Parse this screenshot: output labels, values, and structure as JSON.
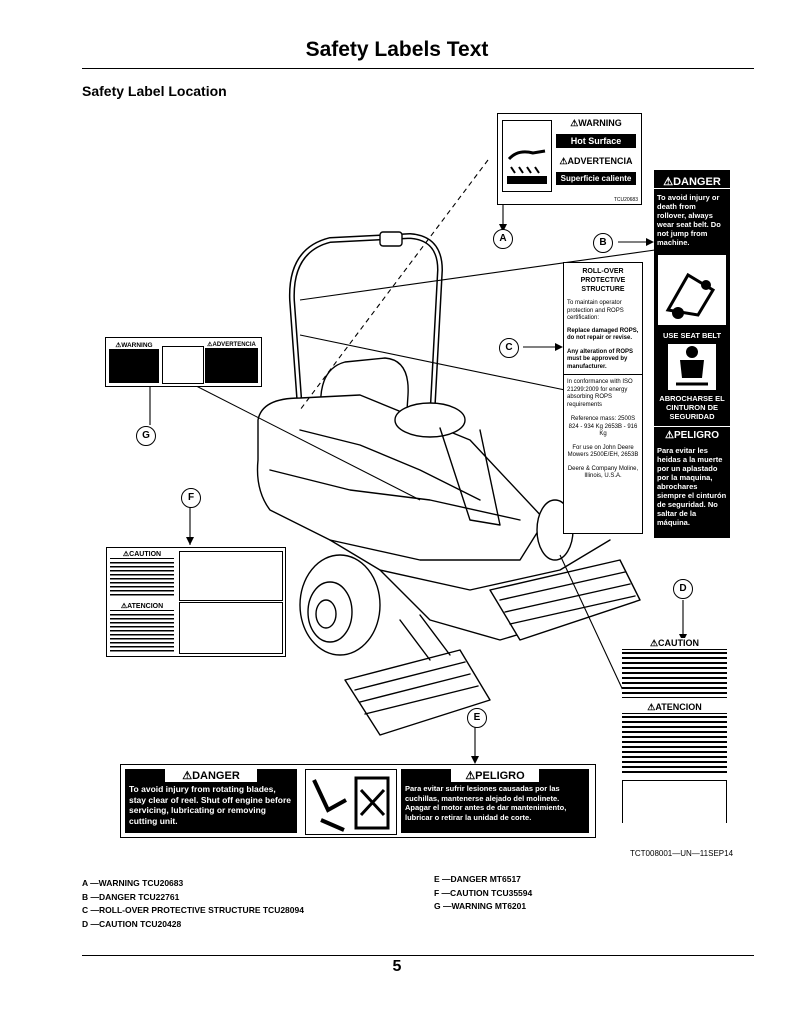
{
  "page": {
    "title": "Safety Labels Text",
    "section_heading": "Safety Label Location",
    "figure_code": "TCT008001—UN—11SEP14",
    "page_number": "5"
  },
  "callouts": [
    "A",
    "B",
    "C",
    "D",
    "E",
    "F",
    "G"
  ],
  "legend_left": [
    "A —WARNING TCU20683",
    "B —DANGER TCU22761",
    "C —ROLL-OVER PROTECTIVE STRUCTURE TCU28094",
    "D —CAUTION TCU20428"
  ],
  "legend_right": [
    "E —DANGER MT6517",
    "F —CAUTION TCU35594",
    "G —WARNING MT6201"
  ],
  "labels": {
    "a": {
      "warning": "WARNING",
      "hot": "Hot Surface",
      "advertencia": "ADVERTENCIA",
      "superficie": "Superficie caliente",
      "code": "TCU20683"
    },
    "b": {
      "danger": "DANGER",
      "text_en": "To avoid injury or death from rollover, always wear seat belt. Do not jump from machine.",
      "use_belt": "USE SEAT BELT",
      "abrochese": "ABROCHARSE EL CINTURON DE SEGURIDAD",
      "peligro": "PELIGRO",
      "text_es": "Para evitar les heidas a la muerte por un aplastado por la maquina, abrochares siempre el cinturón de seguridad. No saltar de la máquina."
    },
    "c": {
      "title": "ROLL-OVER PROTECTIVE STRUCTURE",
      "line1": "To maintain operator protection and ROPS certification:",
      "bullet1": "Replace damaged ROPS, do not repair or revise.",
      "bullet2": "Any alteration of ROPS must be approved by manufacturer.",
      "conformance": "In conformance with ISO 21299:2009 for energy absorbing ROPS requirements",
      "reference": "Reference mass: 2500S 824 - 934 Kg 2653B - 916 Kg",
      "for_use": "For use on John Deere Mowers 2500E/EH, 2653B",
      "maker": "Deere & Company Moline, Illinois, U.S.A."
    },
    "d": {
      "caution": "CAUTION",
      "atencion": "ATENCION"
    },
    "e": {
      "danger": "DANGER",
      "peligro": "PELIGRO",
      "text_en": "To avoid injury from rotating blades, stay clear of reel. Shut off engine before servicing, lubricating or removing cutting unit.",
      "text_es": "Para evitar sufrir lesiones causadas por las cuchillas, mantenerse alejado del molinete. Apagar el motor antes de dar mantenimiento, lubricar o retirar la unidad de corte.",
      "code": "MT6517"
    },
    "f": {
      "caution": "CAUTION",
      "atencion": "ATENCION"
    },
    "g": {
      "warning": "WARNING",
      "advertencia": "ADVERTENCIA"
    }
  }
}
